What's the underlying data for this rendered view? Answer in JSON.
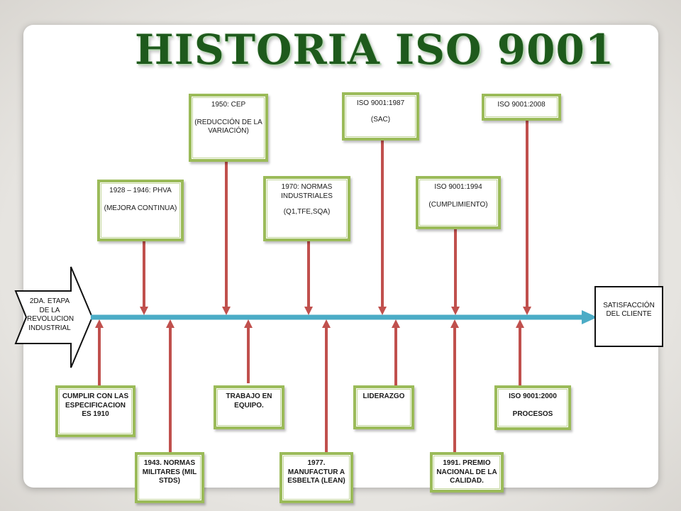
{
  "title": "HISTORIA ISO 9001",
  "start_label": "2DA. ETAPA DE LA REVOLUCION INDUSTRIAL",
  "end_label": "SATISFACCIÓN DEL CLIENTE",
  "colors": {
    "timeline": "#4bacc6",
    "connector": "#c0504d",
    "box_border": "#9bbb59",
    "title": "#1e5a1c"
  },
  "top_events": [
    {
      "line1": "1928 – 1946: PHVA",
      "line2": "(MEJORA CONTINUA)"
    },
    {
      "line1": "1950: CEP",
      "line2": "(REDUCCIÓN DE LA VARIACIÓN)"
    },
    {
      "line1": "1970: NORMAS INDUSTRIALES",
      "line2": "(Q1,TFE,SQA)"
    },
    {
      "line1": "ISO 9001:1987",
      "line2": "(SAC)"
    },
    {
      "line1": "ISO 9001:1994",
      "line2": "(CUMPLIMIENTO)"
    },
    {
      "line1": "ISO 9001:2008",
      "line2": ""
    }
  ],
  "bottom_events": [
    {
      "line1": "CUMPLIR CON LAS ESPECIFICACION ES 1910",
      "line2": ""
    },
    {
      "line1": "1943. NORMAS MILITARES (MIL STDS)",
      "line2": ""
    },
    {
      "line1": "TRABAJO EN EQUIPO.",
      "line2": ""
    },
    {
      "line1": "1977. MANUFACTUR A ESBELTA (LEAN)",
      "line2": ""
    },
    {
      "line1": "LIDERAZGO",
      "line2": ""
    },
    {
      "line1": "1991. PREMIO NACIONAL DE LA CALIDAD.",
      "line2": ""
    },
    {
      "line1": "ISO 9001:2000",
      "line2": "PROCESOS"
    }
  ]
}
